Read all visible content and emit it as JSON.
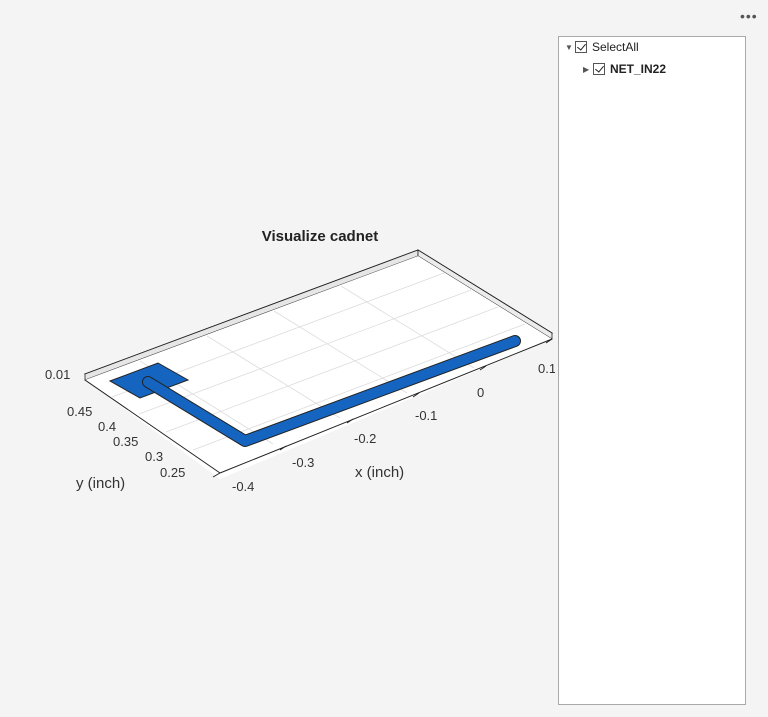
{
  "toolbar": {
    "more_label": "•••"
  },
  "plot": {
    "title": "Visualize cadnet",
    "xlabel": "x (inch)",
    "ylabel": "y (inch)",
    "zlabel_tick": "0.01",
    "x_ticks": [
      "-0.4",
      "-0.3",
      "-0.2",
      "-0.1",
      "0",
      "0.1"
    ],
    "y_ticks": [
      "0.45",
      "0.4",
      "0.35",
      "0.3",
      "0.25"
    ],
    "trace_color": "#1565c0"
  },
  "tree": {
    "items": [
      {
        "label": "SelectAll",
        "checked": true,
        "expanded": true
      },
      {
        "label": "NET_IN22",
        "checked": true,
        "expanded": false
      }
    ]
  }
}
